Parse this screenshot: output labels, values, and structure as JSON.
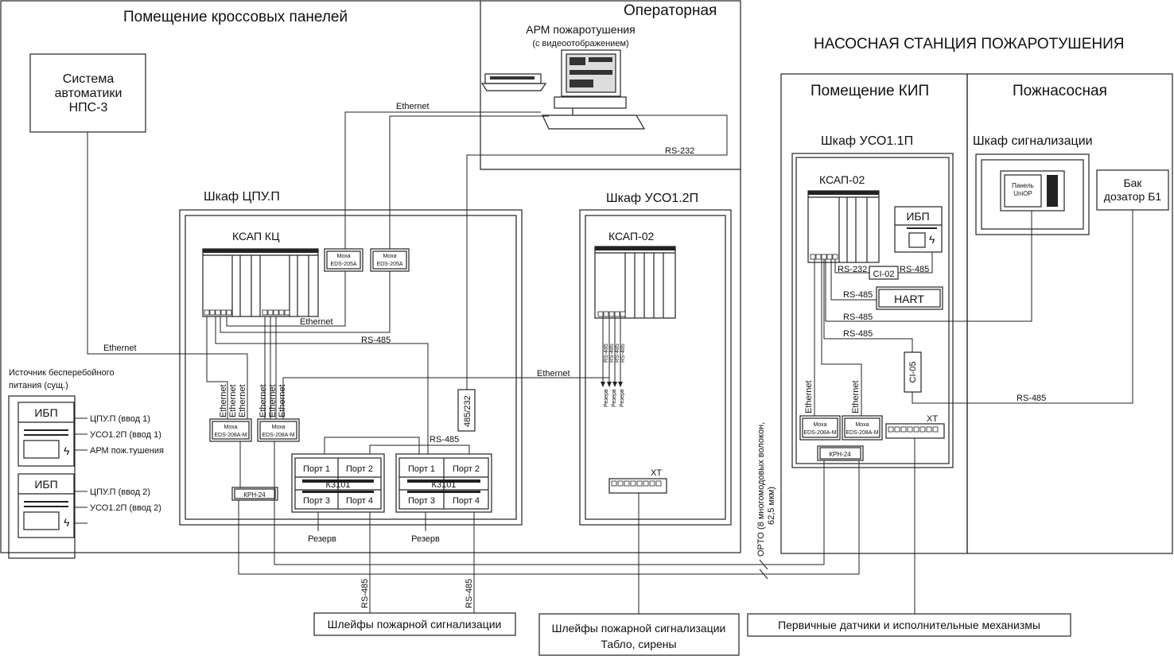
{
  "rooms": {
    "cross_panels": "Помещение кроссовых панелей",
    "operator": "Операторная",
    "pump_station": "НАСОСНАЯ СТАНЦИЯ ПОЖАРОТУШЕНИЯ",
    "kip": "Помещение КИП",
    "pump_room": "Пожнасосная"
  },
  "automation": {
    "line1": "Система",
    "line2": "автоматики",
    "line3": "НПС-3"
  },
  "arm": {
    "title": "АРМ пожаротушения",
    "subtitle": "(с видеоотображением)"
  },
  "cabinets": {
    "cpu": "Шкаф ЦПУ.П",
    "uso12": "Шкаф УСО1.2П",
    "uso11": "Шкаф УСО1.1П",
    "signal": "Шкаф сигнализации"
  },
  "devices": {
    "ksap_kc": "КСАП КЦ",
    "ksap02_a": "КСАП-02",
    "ksap02_b": "КСАП-02",
    "moxa_brand": "Moxa",
    "moxa205": "EDS-205A",
    "moxa208": "EDS-208A-M",
    "krn24": "КРН-24",
    "k3101": "К3101",
    "port1": "Порт 1",
    "port2": "Порт 2",
    "port3": "Порт 3",
    "port4": "Порт 4",
    "xt": "ХТ",
    "ibp": "ИБП",
    "ci02": "CI-02",
    "ci05": "CI-05",
    "hart": "HART",
    "panel_line1": "Панель",
    "panel_line2": "UniOP",
    "tank_line1": "Бак",
    "tank_line2": "дозатор Б1"
  },
  "ups": {
    "title_line1": "Источник бесперебойного",
    "title_line2": "питания (сущ.)",
    "ibp": "ИБП",
    "feed1": [
      "ЦПУ.П (ввод 1)",
      "УСО1.2П (ввод 1)",
      "АРМ пож.тушения"
    ],
    "feed2": [
      "ЦПУ.П (ввод 2)",
      "УСО1.2П (ввод 2)"
    ]
  },
  "links": {
    "ethernet": "Ethernet",
    "rs485": "RS-485",
    "rs232": "RS-232",
    "rs485_232": "485/232",
    "reserve": "Резерв",
    "opto": "OPTO (8 многомодовых волокон,",
    "opto2": "62,5 мкм)"
  },
  "bottom": {
    "fire_loops": "Шлейфы пожарной сигнализации",
    "fire_loops2_line1": "Шлейфы пожарной сигнализации",
    "fire_loops2_line2": "Табло, сирены",
    "primary": "Первичные датчики и исполнительные механизмы"
  }
}
